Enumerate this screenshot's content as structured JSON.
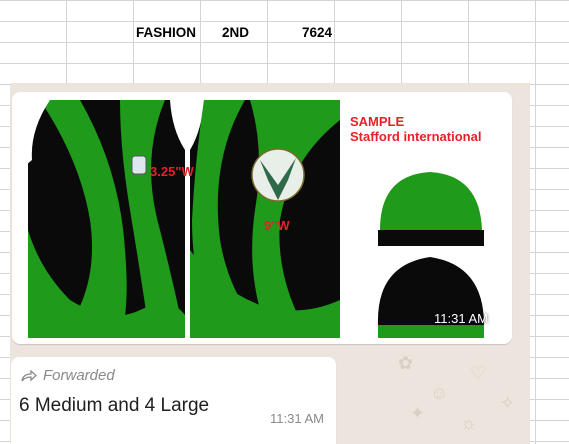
{
  "sheet": {
    "cells": [
      "FASHION",
      "2ND",
      "7624"
    ]
  },
  "image_message": {
    "sample_label": "SAMPLE",
    "company": "Stafford international",
    "logo_width": "3.25\"W",
    "chest_width": "9\"W",
    "time": "11:31 AM"
  },
  "text_message": {
    "forwarded_label": "Forwarded",
    "body": "6 Medium and 4 Large",
    "time": "11:31 AM"
  },
  "colors": {
    "jersey_green": "#1f9a1a",
    "jersey_black": "#0a0a0a",
    "label_red": "#e8202a"
  }
}
